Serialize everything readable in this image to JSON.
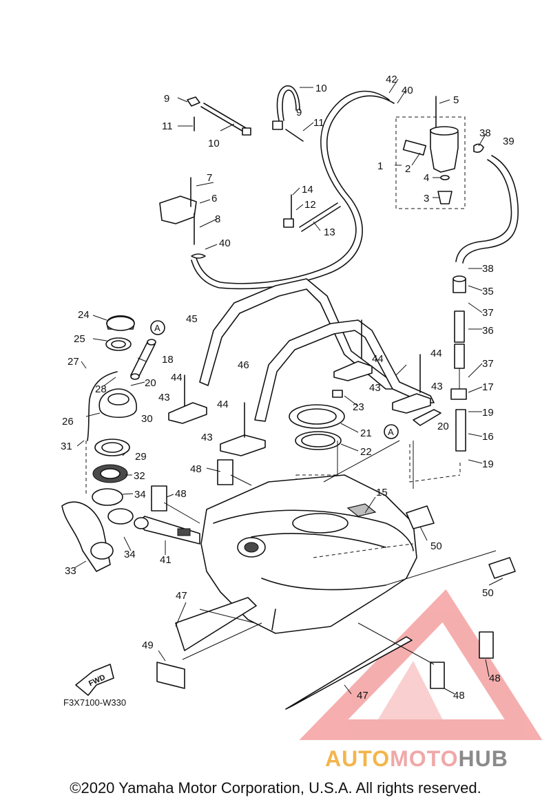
{
  "diagram": {
    "part_code": "F3X7100-W330",
    "fwd_label": "FWD",
    "copyright": "©2020 Yamaha Motor Corporation, U.S.A. All rights reserved.",
    "callouts": [
      "1",
      "2",
      "3",
      "4",
      "5",
      "6",
      "7",
      "8",
      "9",
      "10",
      "11",
      "12",
      "13",
      "14",
      "15",
      "16",
      "17",
      "18",
      "19",
      "20",
      "21",
      "22",
      "23",
      "24",
      "25",
      "26",
      "27",
      "28",
      "29",
      "30",
      "31",
      "32",
      "33",
      "34",
      "35",
      "36",
      "37",
      "38",
      "39",
      "40",
      "41",
      "42",
      "43",
      "44",
      "45",
      "46",
      "47",
      "48",
      "49",
      "50",
      "A"
    ]
  },
  "watermark": {
    "part1": "AUTO",
    "part2": "MOTO",
    "part3": "HUB",
    "colors": {
      "auto": "#f3b54b",
      "moto": "#f0a8a8",
      "hub": "#8a8a8a",
      "logo": "#f4a0a0"
    }
  }
}
